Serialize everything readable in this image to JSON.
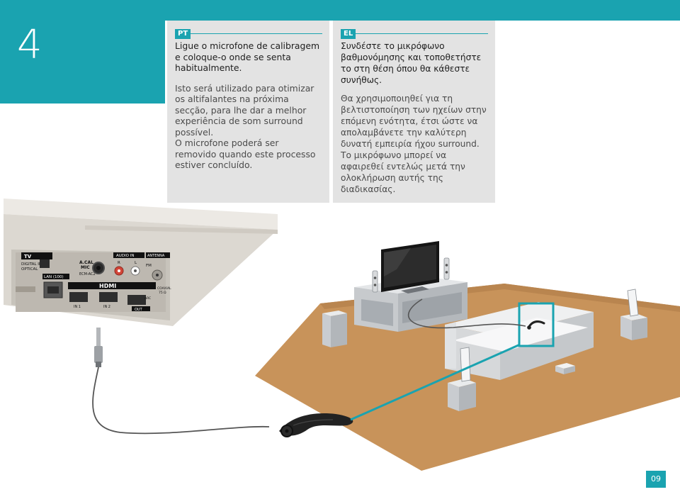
{
  "step": {
    "number": "4"
  },
  "pt": {
    "tag": "PT",
    "instruction": "Ligue o microfone de calibragem e coloque-o onde se senta habitualmente.",
    "note1": "Isto será utilizado para otimizar os altifalantes na próxima secção, para lhe dar a melhor experiência de som surround possível.",
    "note2": "O microfone poderá ser removido quando este processo estiver concluído."
  },
  "el": {
    "tag": "EL",
    "instruction": "Συνδέστε το μικρόφωνο βαθμονόμησης και τοποθετήστε το στη θέση όπου θα κάθεστε συνήθως.",
    "note1": "Θα χρησιμοποιηθεί για τη βελτιστοποίηση των ηχείων στην επόμενη ενότητα, έτσι ώστε να απολαμβάνετε την καλύτερη δυνατή εμπειρία ήχου surround.",
    "note2": "Το μικρόφωνο μπορεί να αφαιρεθεί εντελώς μετά την ολοκλήρωση αυτής της διαδικασίας."
  },
  "device": {
    "tv": "TV",
    "digital_in": "DIGITAL IN",
    "optical": "OPTICAL",
    "lan": "LAN (100)",
    "acal_line1": "A.CAL",
    "acal_line2": "MIC",
    "ecm": "ECM-AC2",
    "audio_in": "AUDIO IN",
    "r": "R",
    "l": "L",
    "antenna": "ANTENNA",
    "fm": "FM",
    "coaxial": "COAXIAL",
    "ohm": "75 Ω",
    "hdmi": "HDMI",
    "in1": "IN 1",
    "in2": "IN 2",
    "out": "OUT",
    "arc": "ARC"
  },
  "page": {
    "number": "09"
  },
  "colors": {
    "accent": "#1aa3b0",
    "panel": "#e3e3e3",
    "floor": "#c8935a"
  }
}
